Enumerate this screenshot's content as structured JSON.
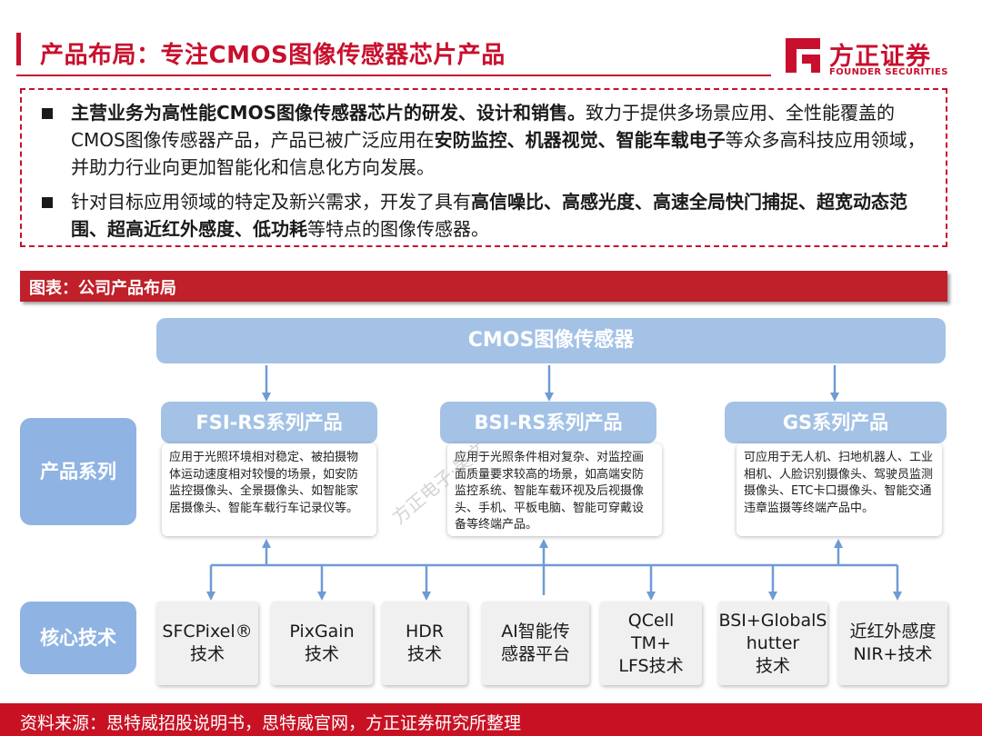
{
  "header": {
    "title": "产品布局：专注CMOS图像传感器芯片产品",
    "logo_cn": "方正证券",
    "logo_en": "FOUNDER SECURITIES",
    "accent_color": "#c8102e"
  },
  "summary": {
    "bullet1_bold1": "主营业务为高性能CMOS图像传感器芯片的研发、设计和销售。",
    "bullet1_text1": "致力于提供多场景应用、全性能覆盖的CMOS图像传感器产品，产品已被广泛应用在",
    "bullet1_bold2": "安防监控、机器视觉、智能车载电子",
    "bullet1_text2": "等众多高科技应用领域，并助力行业向更加智能化和信息化方向发展。",
    "bullet2_text1": "针对目标应用领域的特定及新兴需求，开发了具有",
    "bullet2_bold1": "高信噪比、高感光度、高速全局快门捕捉、超宽动态范围、超高近红外感度、低功耗",
    "bullet2_text2": "等特点的图像传感器。"
  },
  "chart": {
    "header": "图表：公司产品布局",
    "top_label": "CMOS图像传感器",
    "side_labels": {
      "series": "产品系列",
      "tech": "核心技术"
    },
    "series": [
      {
        "name": "FSI-RS系列产品",
        "desc": "应用于光照环境相对稳定、被拍摄物体运动速度相对较慢的场景，如安防监控摄像头、全景摄像头、如智能家居摄像头、智能车载行车记录仪等。"
      },
      {
        "name": "BSI-RS系列产品",
        "desc": "应用于光照条件相对复杂、对监控画面质量要求较高的场景，如高端安防监控系统、智能车载环视及后视摄像头、手机、平板电脑、智能可穿戴设备等终端产品。"
      },
      {
        "name": "GS系列产品",
        "desc": "可应用于无人机、扫地机器人、工业相机、人脸识别摄像头、驾驶员监测摄像头、ETC卡口摄像头、智能交通违章监摄等终端产品中。"
      }
    ],
    "techs": [
      "SFCPixel®\n技术",
      "PixGain\n技术",
      "HDR\n技术",
      "AI智能传\n感器平台",
      "QCell TM+\nLFS技术",
      "BSI+GlobalS\nhutter\n技术",
      "近红外感度\nNIR+技术"
    ],
    "box_color": "#a3c2e6",
    "arrow_color": "#6e9bd4"
  },
  "watermark": "方正电子·吴文",
  "footer": {
    "source": "资料来源：思特威招股说明书，思特威官网，方正证券研究所整理",
    "color": "#c81224"
  }
}
